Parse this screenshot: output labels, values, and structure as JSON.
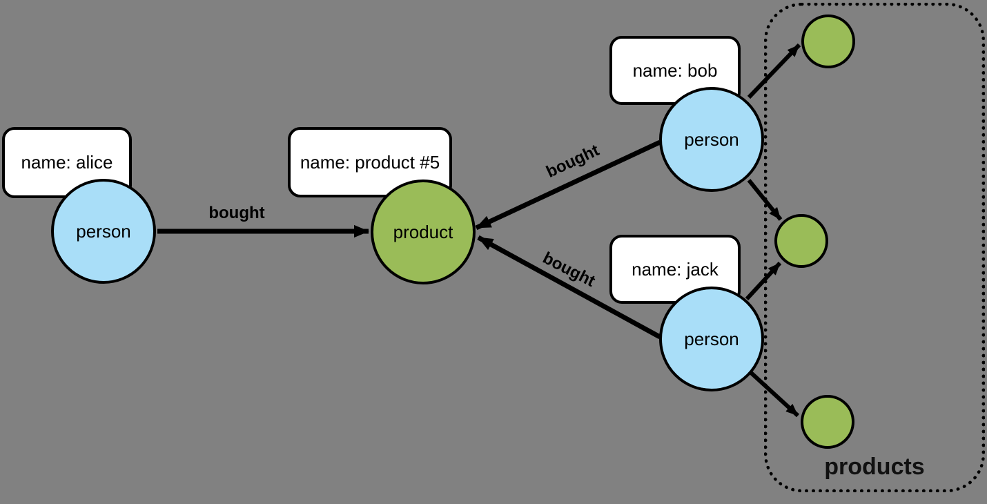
{
  "colors": {
    "background": "#818181",
    "person_fill": "#A9DEF8",
    "product_fill": "#9ABC58",
    "stroke": "#000000",
    "box_fill": "#FFFFFF"
  },
  "group": {
    "label": "products"
  },
  "nodes": {
    "alice": {
      "type_label": "person",
      "property": "name: alice"
    },
    "product5": {
      "type_label": "product",
      "property": "name: product #5"
    },
    "bob": {
      "type_label": "person",
      "property": "name: bob"
    },
    "jack": {
      "type_label": "person",
      "property": "name: jack"
    }
  },
  "edges": {
    "alice_to_product": {
      "label": "bought"
    },
    "bob_to_product": {
      "label": "bought"
    },
    "jack_to_product": {
      "label": "bought"
    }
  }
}
